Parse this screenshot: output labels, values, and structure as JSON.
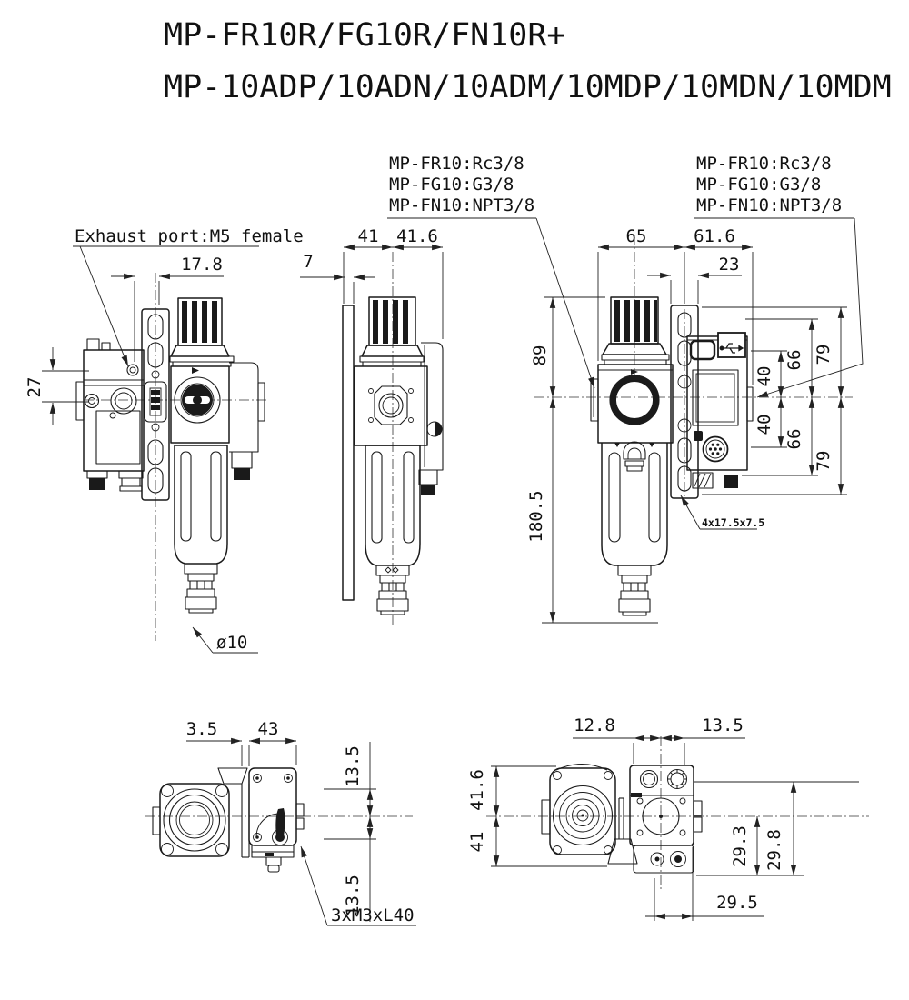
{
  "drawing": {
    "title_line1": "MP-FR10R/FG10R/FN10R+",
    "title_line2": "MP-10ADP/10ADN/10ADM/10MDP/10MDN/10MDM"
  },
  "port_note_left": {
    "line1": "MP-FR10:Rc3/8",
    "line2": "MP-FG10:G3/8",
    "line3": "MP-FN10:NPT3/8"
  },
  "port_note_right": {
    "line1": "MP-FR10:Rc3/8",
    "line2": "MP-FG10:G3/8",
    "line3": "MP-FN10:NPT3/8"
  },
  "side_view": {
    "exhaust_label": "Exhaust port:M5 female",
    "dim_offset": "17.8",
    "dim_depth": "27",
    "drain_label": "ø10"
  },
  "rear_view": {
    "dim_left": "41",
    "dim_right": "41.6",
    "dim_plate": "7"
  },
  "front_view": {
    "dim_left_width": "65",
    "dim_right_width": "61.6",
    "dim_bracket": "23",
    "dim_knob_height": "89",
    "dim_total_height": "180.5",
    "dim_port_up": "40",
    "dim_body_up": "66",
    "dim_bracket_up": "79",
    "dim_port_down": "40",
    "dim_body_down": "66",
    "dim_bracket_down": "79",
    "slot_label": "4x17.5x7.5"
  },
  "bottom_view": {
    "dim_plate": "3.5",
    "dim_block": "43",
    "dim_upper": "13.5",
    "dim_lower": "13.5",
    "screw_label": "3xM3xL40"
  },
  "top_view": {
    "dim_port_left": "12.8",
    "dim_port_right": "13.5",
    "dim_knob_up": "41.6",
    "dim_knob_down": "41",
    "dim_a": "29.3",
    "dim_b": "29.8",
    "dim_c": "29.5"
  }
}
